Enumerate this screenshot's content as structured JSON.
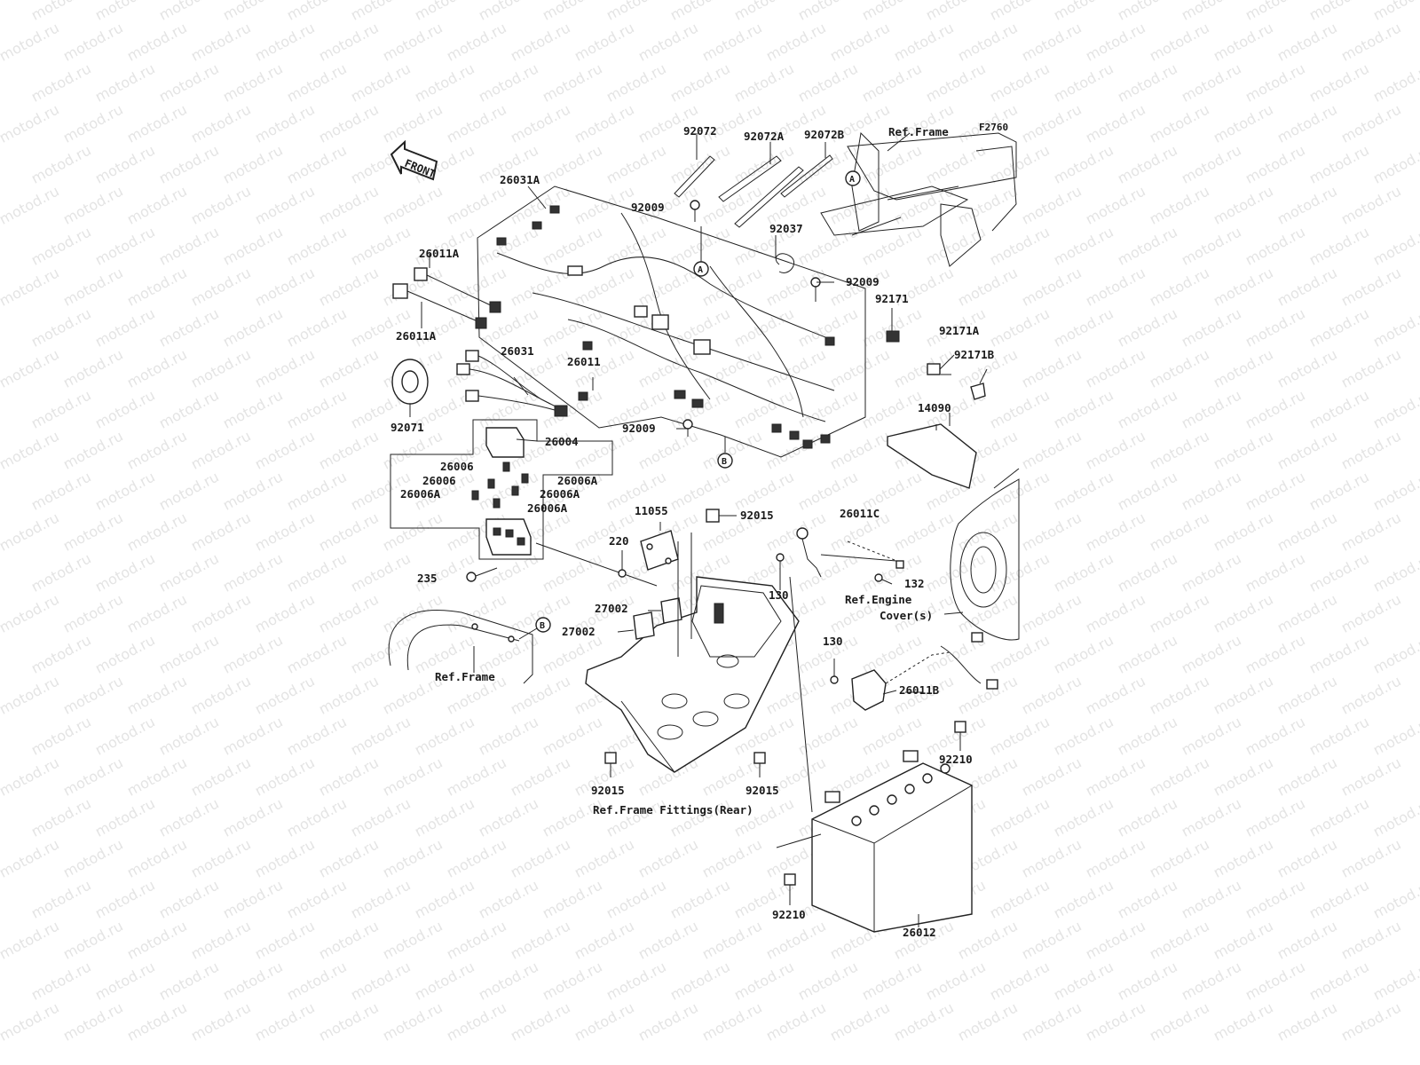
{
  "watermark": "motod.ru",
  "diagram_code": "F2760",
  "front_label": "FRONT",
  "ref_markers": [
    "A",
    "A",
    "B",
    "B"
  ],
  "labels": {
    "p92072": "92072",
    "p92072A": "92072A",
    "p92072B": "92072B",
    "ref_frame_top": "Ref.Frame",
    "p26031A": "26031A",
    "p92009_a": "92009",
    "p92037": "92037",
    "p26011A_top": "26011A",
    "p92009_b": "92009",
    "p92171": "92171",
    "p26011A_bottom": "26011A",
    "p92171A": "92171A",
    "p26031": "26031",
    "p92171B": "92171B",
    "p26011": "26011",
    "p14090": "14090",
    "p92071": "92071",
    "p92009_c": "92009",
    "p26004": "26004",
    "p26006_a": "26006",
    "p26006_b": "26006",
    "p26006A_a": "26006A",
    "p26006A_b": "26006A",
    "p26006A_c": "26006A",
    "p26006A_d": "26006A",
    "p11055": "11055",
    "p92015_top": "92015",
    "p26011C": "26011C",
    "p220": "220",
    "p235": "235",
    "p130_a": "130",
    "p132": "132",
    "ref_engine": "Ref.Engine",
    "cover": "Cover(s)",
    "p27002_a": "27002",
    "p27002_b": "27002",
    "p130_b": "130",
    "ref_frame_left": "Ref.Frame",
    "p26011B": "26011B",
    "p92210_right": "92210",
    "p92015_left": "92015",
    "p92015_right": "92015",
    "ref_frame_fittings": "Ref.Frame Fittings(Rear)",
    "p92210_bottom": "92210",
    "p26012": "26012"
  }
}
